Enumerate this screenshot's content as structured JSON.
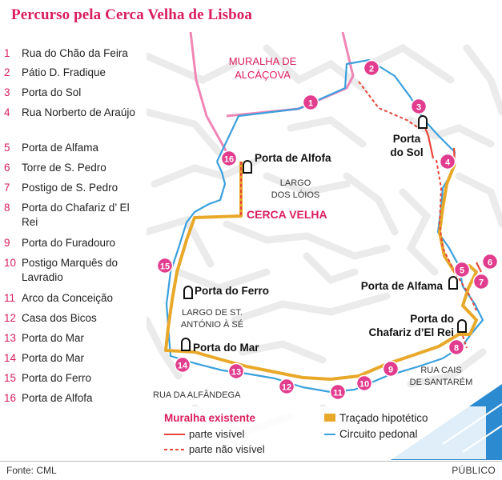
{
  "title": "Percurso pela Cerca Velha de Lisboa",
  "sidebar": {
    "items": [
      {
        "num": "1",
        "label": "Rua do Chão da Feira"
      },
      {
        "num": "2",
        "label": "Pátio D. Fradique"
      },
      {
        "num": "3",
        "label": "Porta do Sol"
      },
      {
        "num": "4",
        "label": "Rua Norberto de Araújo"
      },
      {
        "num": "5",
        "label": "Porta de Alfama"
      },
      {
        "num": "6",
        "label": "Torre de S. Pedro"
      },
      {
        "num": "7",
        "label": "Postigo de S. Pedro"
      },
      {
        "num": "8",
        "label": "Porta do Chafariz d’ El Rei"
      },
      {
        "num": "9",
        "label": "Porta do Furadouro"
      },
      {
        "num": "10",
        "label": "Postigo Marquês do Lavradio"
      },
      {
        "num": "11",
        "label": "Arco da Conceição"
      },
      {
        "num": "12",
        "label": "Casa dos Bicos"
      },
      {
        "num": "13",
        "label": "Porta do Mar"
      },
      {
        "num": "14",
        "label": "Porta do Mar"
      },
      {
        "num": "15",
        "label": "Porta do Ferro"
      },
      {
        "num": "16",
        "label": "Porta de Alfofa"
      }
    ]
  },
  "map": {
    "area_labels": {
      "muralha_alcacova_1": "MURALHA DE",
      "muralha_alcacova_2": "ALCÁÇOVA",
      "cerca_velha": "CERCA VELHA",
      "largo_loios_1": "LARGO",
      "largo_loios_2": "DOS LÓIOS",
      "largo_st_antonio_1": "LARGO DE ST.",
      "largo_st_antonio_2": "ANTÓNIO À SÉ",
      "rua_alfandega": "RUA DA ALFÂNDEGA",
      "rua_cais_1": "RUA CAIS",
      "rua_cais_2": "DE SANTARÉM"
    },
    "gate_labels": {
      "porta_alfofa": "Porta de Alfofa",
      "porta_sol_1": "Porta",
      "porta_sol_2": "do Sol",
      "porta_ferro": "Porta do Ferro",
      "porta_mar": "Porta do Mar",
      "porta_alfama": "Porta de Alfama",
      "porta_chafariz_1": "Porta do",
      "porta_chafariz_2": "Chafariz d’El Rei"
    },
    "markers": [
      "1",
      "2",
      "3",
      "4",
      "5",
      "6",
      "7",
      "8",
      "9",
      "10",
      "11",
      "12",
      "13",
      "14",
      "15",
      "16"
    ]
  },
  "legend": {
    "muralha_existente": "Muralha existente",
    "parte_visivel": "parte visível",
    "parte_nao_visivel": "parte não visível",
    "tracado_hipotetico": "Traçado hipotético",
    "circuito_pedonal": "Circuito pedonal"
  },
  "colors": {
    "brand": "#d81e5b",
    "wall_visible": "#e8463a",
    "hypothetical": "#e8a92a",
    "pedestrian": "#3aa0dc",
    "alcacova": "#ef86b6",
    "river": "#2b8ad0",
    "streets": "#ececec"
  },
  "footer": {
    "source": "Fonte: CML",
    "publisher": "PÚBLICO"
  }
}
